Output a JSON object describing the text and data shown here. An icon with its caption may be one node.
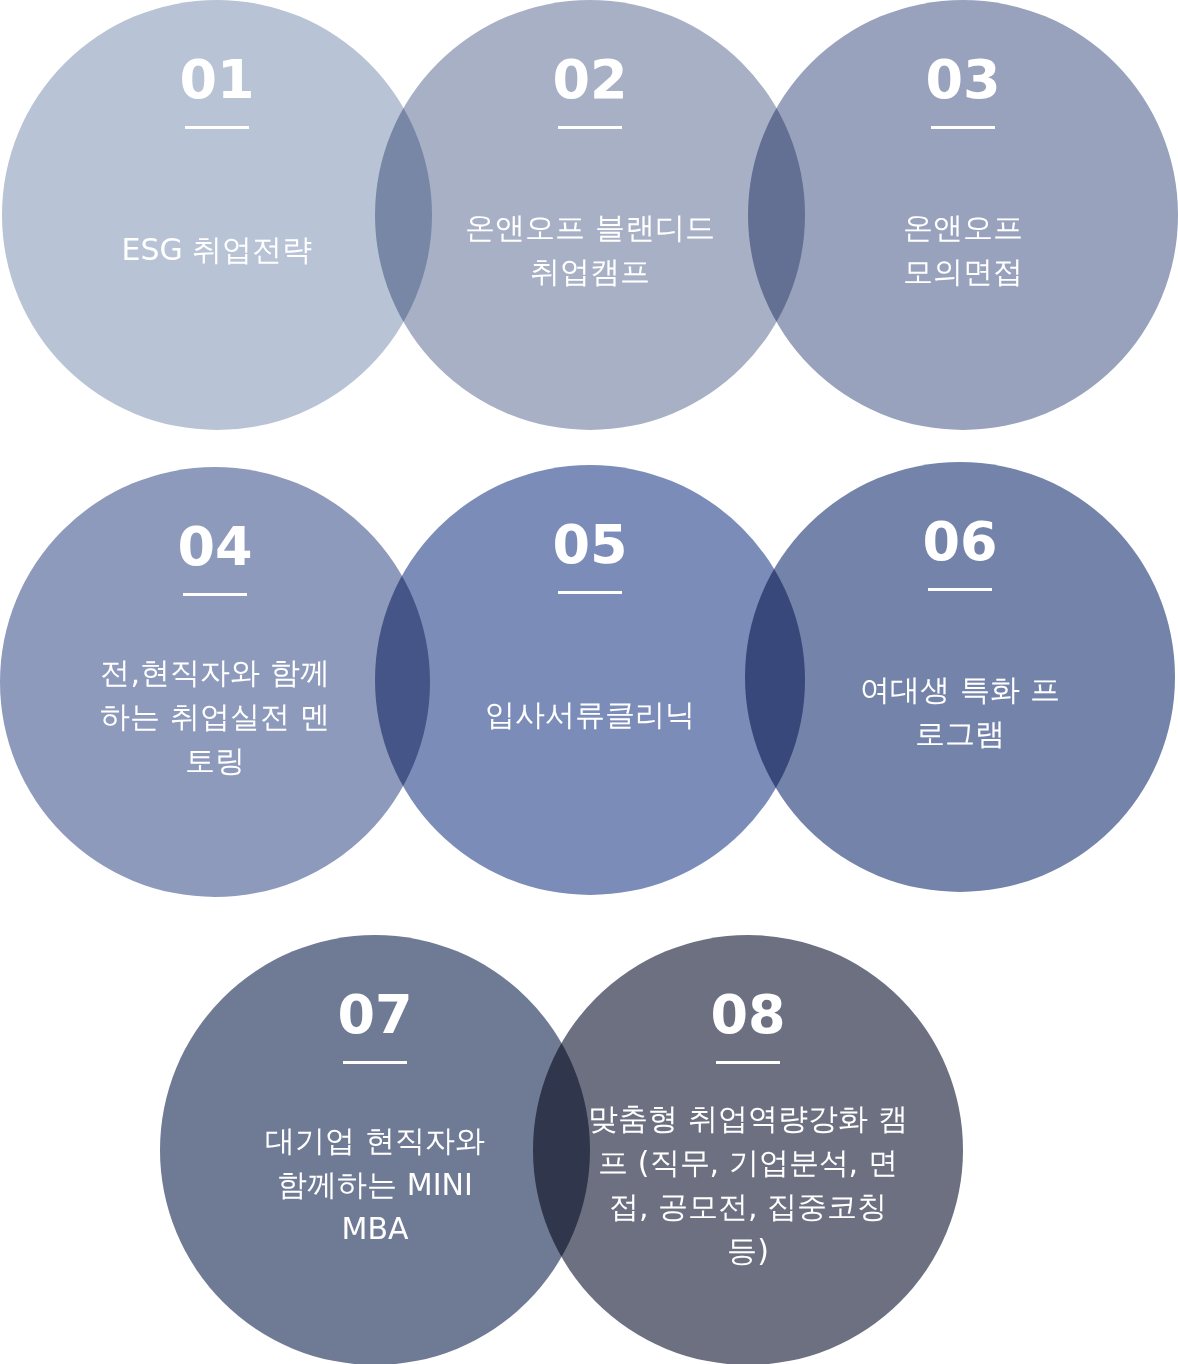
{
  "diagram": {
    "nodes": [
      {
        "text": [
          "01",
          "ESG 취업전략"
        ]
      },
      {
        "text": [
          "02",
          "온앤오프 블랜디드 취업캠프"
        ]
      },
      {
        "text": [
          "03",
          "온앤오프 모의면접"
        ]
      },
      {
        "text": [
          "04",
          "전,현직자와 함께하는 취업실전 멘토링"
        ]
      },
      {
        "text": [
          "05",
          "입사서류클리닉"
        ]
      },
      {
        "text": [
          "06",
          "여대생 특화 프로그램"
        ]
      },
      {
        "text": [
          "07",
          "대기업 현직자와 함께하는 MINI MBA"
        ]
      },
      {
        "text": [
          "08",
          "맞춤형 취업역량강화 캠프 (직무, 기업분석, 면접, 공모전, 집중코칭 등)"
        ]
      }
    ]
  }
}
